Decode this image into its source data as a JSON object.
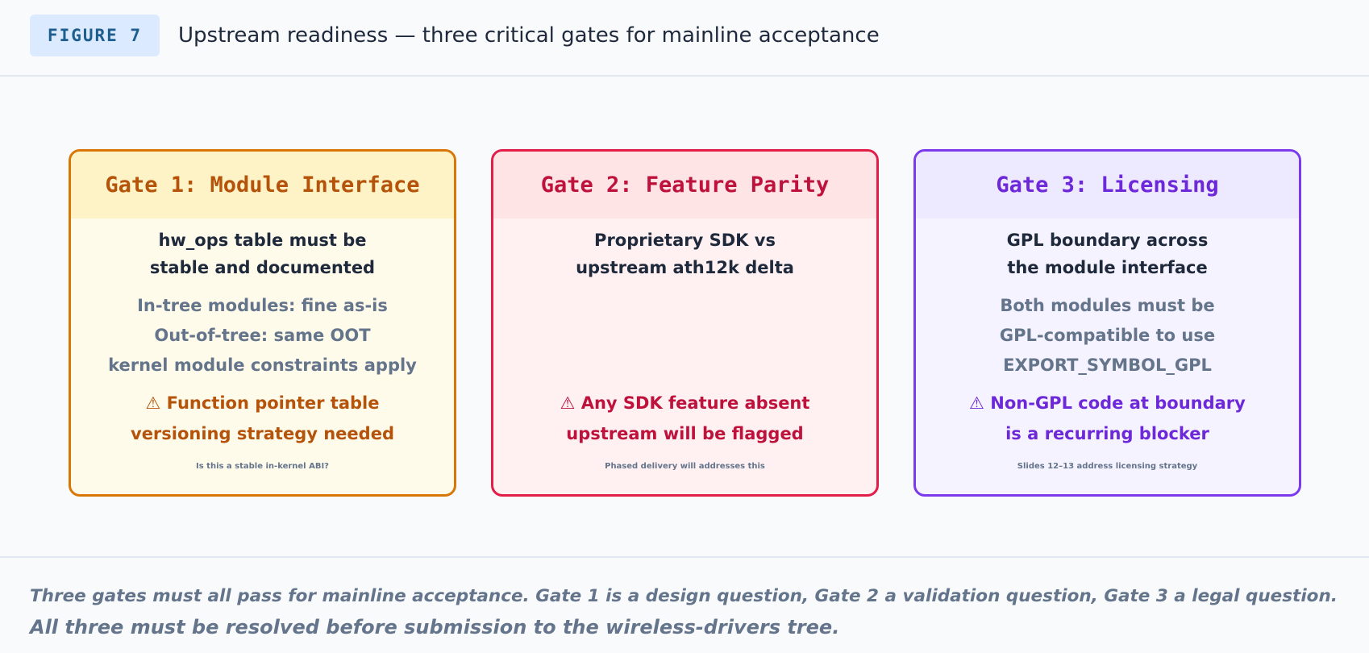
{
  "header": {
    "figure_label": "FIGURE 7",
    "title": "Upstream readiness — three critical gates for mainline acceptance"
  },
  "gates": [
    {
      "title": "Gate 1: Module Interface",
      "main": [
        "hw_ops table must be",
        "stable and documented"
      ],
      "details": [
        "In-tree modules: fine as-is",
        "Out-of-tree: same OOT",
        "kernel module constraints apply"
      ],
      "warning": [
        "⚠ Function pointer table",
        "versioning strategy needed"
      ],
      "note": "Is this a stable in-kernel ABI?",
      "accent": "#d97706"
    },
    {
      "title": "Gate 2: Feature Parity",
      "main": [
        "Proprietary SDK vs",
        "upstream ath12k delta"
      ],
      "details": [
        "",
        "",
        ""
      ],
      "warning": [
        "⚠ Any SDK feature absent",
        "upstream will be flagged"
      ],
      "note": "Phased delivery will addresses this",
      "accent": "#e11d48"
    },
    {
      "title": "Gate 3: Licensing",
      "main": [
        "GPL boundary across",
        "the module interface"
      ],
      "details": [
        "Both modules must be",
        "GPL-compatible to use",
        "EXPORT_SYMBOL_GPL"
      ],
      "warning": [
        "⚠ Non-GPL code at boundary",
        "is a recurring blocker"
      ],
      "note": "Slides 12–13 address licensing strategy",
      "accent": "#7c3aed"
    }
  ],
  "caption": {
    "line1": "Three gates must all pass for mainline acceptance. Gate 1 is a design question, Gate 2 a validation question, Gate 3 a legal question.",
    "line2": "All three must be resolved before submission to the wireless-drivers tree."
  }
}
